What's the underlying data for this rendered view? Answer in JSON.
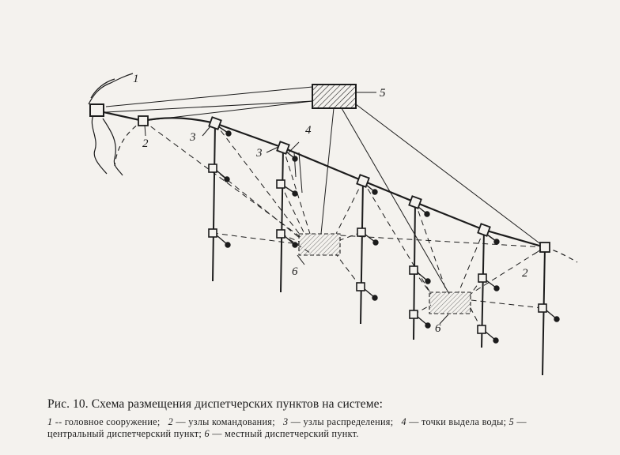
{
  "figure": {
    "caption": "Рис. 10. Схема размещения диспетчерских пунктов на системе:",
    "legend": [
      {
        "num": "1",
        "text": " -- головное сооружение;"
      },
      {
        "num": "2",
        "text": " — узлы командования;"
      },
      {
        "num": "3",
        "text": " — узлы распределения;"
      },
      {
        "num": "4",
        "text": " — точки выдела воды;"
      },
      {
        "num": "5",
        "text": " — центральный диспетчерский пункт;"
      },
      {
        "num": "6",
        "text": " — местный диспетчерский пункт."
      }
    ]
  },
  "labels": {
    "head_works": "1",
    "command_node_left": "2",
    "command_node_right": "2",
    "distribution_node_a": "3",
    "distribution_node_b": "3",
    "outlets": "4",
    "central_post": "5",
    "local_post_a": "6",
    "local_post_b": "6"
  },
  "colors": {
    "ink": "#1c1c1c",
    "paper": "#f4f2ee"
  }
}
